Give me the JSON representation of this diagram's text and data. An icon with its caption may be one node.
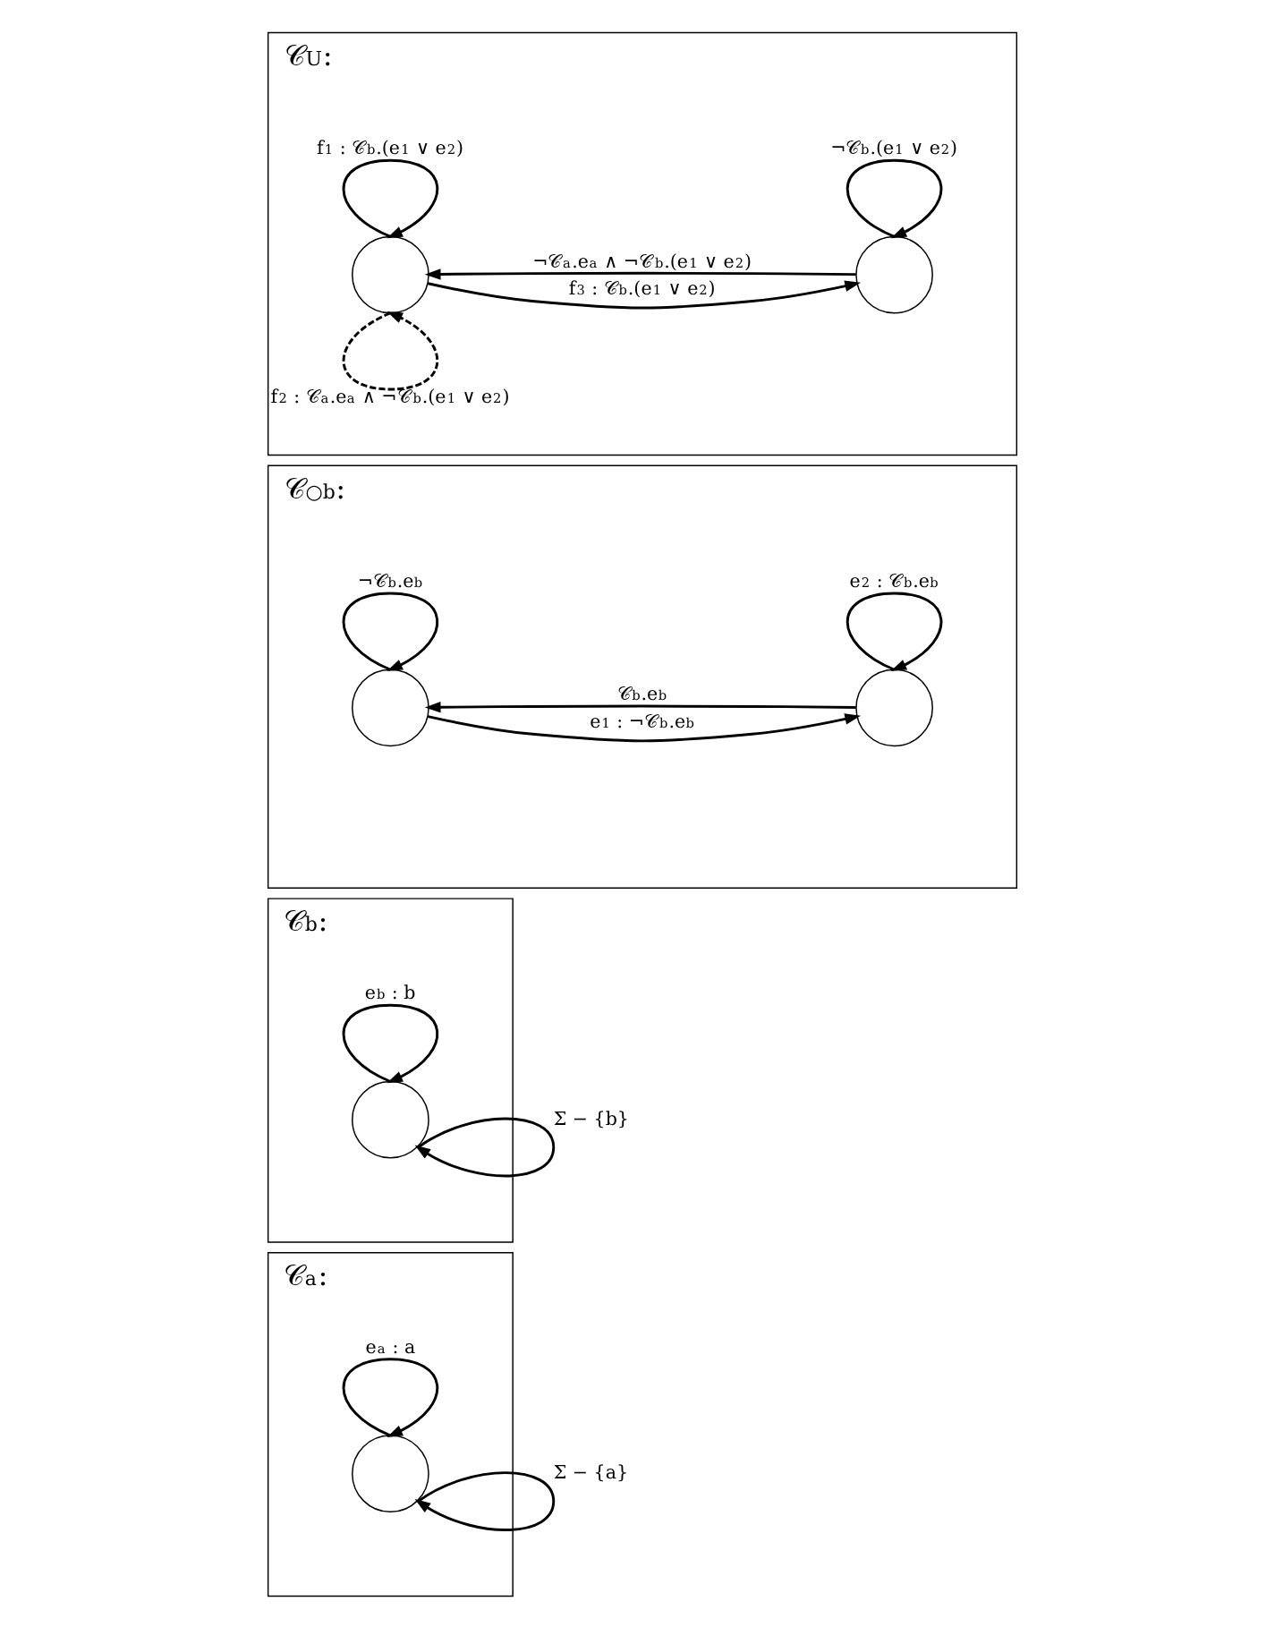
{
  "diagram": {
    "nodes": [
      {
        "text": [
          "𝒞$_{U}$:"
        ]
      },
      {
        "text": [],
        "shape": "circle",
        "in": 0
      },
      {
        "text": [],
        "shape": "circle",
        "in": 0
      },
      {
        "text": [
          "𝒞$_{○b}$:"
        ]
      },
      {
        "text": [],
        "shape": "circle",
        "in": 3
      },
      {
        "text": [],
        "shape": "circle",
        "in": 3
      },
      {
        "text": [
          "𝒞$_{b}$:"
        ]
      },
      {
        "text": [],
        "shape": "circle",
        "in": 6
      },
      {
        "text": [
          "𝒞$_{a}$:"
        ]
      },
      {
        "text": [],
        "shape": "circle",
        "in": 8
      }
    ],
    "edges": [
      {
        "from": 1,
        "to": 1,
        "arrow": "to",
        "label": "f$_{1}$ : 𝒞$_{b}$.(e$_{1}$ ∨ e$_{2}$)"
      },
      {
        "from": 1,
        "to": 2,
        "arrow": "to",
        "label": "f$_{3}$ : 𝒞$_{b}$.(e$_{1}$ ∨ e$_{2}$)"
      },
      {
        "from": 2,
        "to": 2,
        "arrow": "to",
        "label": "¬𝒞$_{b}$.(e$_{1}$ ∨ e$_{2}$)"
      },
      {
        "from": 2,
        "to": 1,
        "arrow": "to",
        "label": "¬𝒞$_{a}$.e$_{a}$ ∧ ¬𝒞$_{b}$.(e$_{1}$ ∨ e$_{2}$)"
      },
      {
        "from": 1,
        "to": 1,
        "arrow": "to",
        "style": "dashed",
        "label": "f$_{2}$ : 𝒞$_{a}$.e$_{a}$ ∧ ¬𝒞$_{b}$.(e$_{1}$ ∨ e$_{2}$)"
      },
      {
        "from": 4,
        "to": 4,
        "arrow": "to",
        "label": "¬𝒞$_{b}$.e$_{b}$"
      },
      {
        "from": 5,
        "to": 5,
        "arrow": "to",
        "label": "e$_{2}$ : 𝒞$_{b}$.e$_{b}$"
      },
      {
        "from": 4,
        "to": 5,
        "arrow": "to",
        "label": "e$_{1}$ : ¬𝒞$_{b}$.e$_{b}$"
      },
      {
        "from": 5,
        "to": 4,
        "arrow": "to",
        "label": "𝒞$_{b}$.e$_{b}$"
      },
      {
        "from": 7,
        "to": 7,
        "arrow": "to",
        "label": "e$_{b}$ : b"
      },
      {
        "from": 7,
        "to": 7,
        "arrow": "to",
        "label": "Σ − {b}"
      },
      {
        "from": 9,
        "to": 9,
        "arrow": "to",
        "label": "e$_{a}$ : a"
      },
      {
        "from": 9,
        "to": 9,
        "arrow": "to",
        "label": "Σ − {a}"
      }
    ]
  }
}
